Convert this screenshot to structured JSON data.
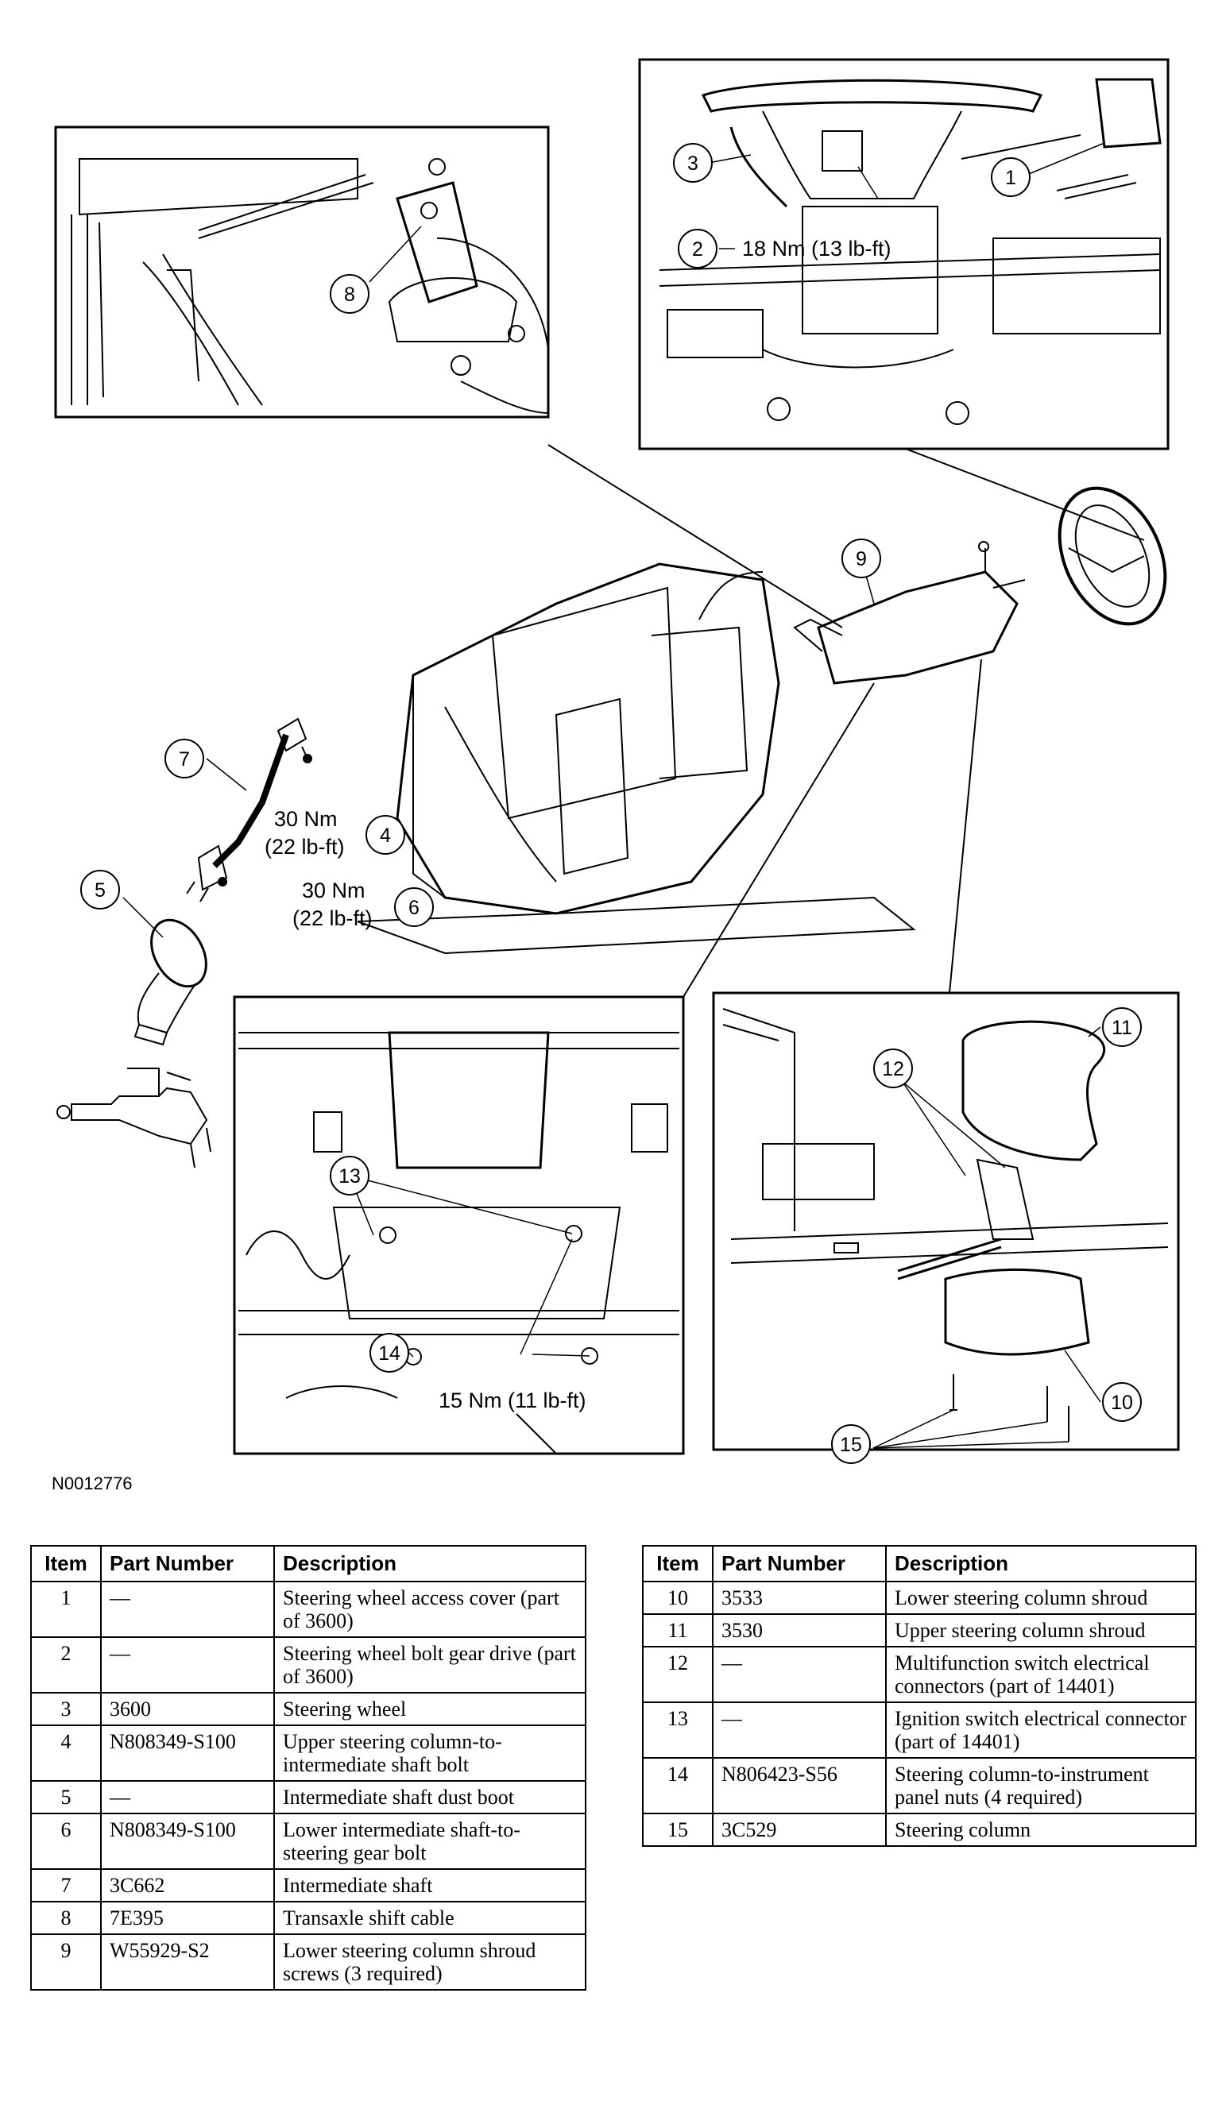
{
  "figure_id": "N0012776",
  "callouts": [
    {
      "n": "1"
    },
    {
      "n": "2"
    },
    {
      "n": "3"
    },
    {
      "n": "4"
    },
    {
      "n": "5"
    },
    {
      "n": "6"
    },
    {
      "n": "7"
    },
    {
      "n": "8"
    },
    {
      "n": "9"
    },
    {
      "n": "10"
    },
    {
      "n": "11"
    },
    {
      "n": "12"
    },
    {
      "n": "13"
    },
    {
      "n": "14"
    },
    {
      "n": "15"
    }
  ],
  "torque_specs": {
    "spec2": "18 Nm (13 lb-ft)",
    "spec4_a": "30 Nm",
    "spec4_b": "(22 lb-ft)",
    "spec6_a": "30 Nm",
    "spec6_b": "(22 lb-ft)",
    "spec14": "15 Nm (11 lb-ft)"
  },
  "table_headers": {
    "item": "Item",
    "part_number": "Part Number",
    "description": "Description"
  },
  "parts_left": [
    {
      "item": "1",
      "part": "—",
      "desc": "Steering wheel access cover (part of 3600)"
    },
    {
      "item": "2",
      "part": "—",
      "desc": "Steering wheel bolt gear drive (part of 3600)"
    },
    {
      "item": "3",
      "part": "3600",
      "desc": "Steering wheel"
    },
    {
      "item": "4",
      "part": "N808349-S100",
      "desc": "Upper steering column-to-intermediate shaft bolt"
    },
    {
      "item": "5",
      "part": "—",
      "desc": "Intermediate shaft dust boot"
    },
    {
      "item": "6",
      "part": "N808349-S100",
      "desc": "Lower intermediate shaft-to-steering gear bolt"
    },
    {
      "item": "7",
      "part": "3C662",
      "desc": "Intermediate shaft"
    },
    {
      "item": "8",
      "part": "7E395",
      "desc": "Transaxle shift cable"
    },
    {
      "item": "9",
      "part": "W55929-S2",
      "desc": "Lower steering column shroud screws (3 required)"
    }
  ],
  "parts_right": [
    {
      "item": "10",
      "part": "3533",
      "desc": "Lower steering column shroud"
    },
    {
      "item": "11",
      "part": "3530",
      "desc": "Upper steering column shroud"
    },
    {
      "item": "12",
      "part": "—",
      "desc": "Multifunction switch electrical connectors (part of 14401)"
    },
    {
      "item": "13",
      "part": "—",
      "desc": "Ignition switch electrical connector (part of 14401)"
    },
    {
      "item": "14",
      "part": "N806423-S56",
      "desc": "Steering column-to-instrument panel nuts (4 required)"
    },
    {
      "item": "15",
      "part": "3C529",
      "desc": "Steering column"
    }
  ]
}
